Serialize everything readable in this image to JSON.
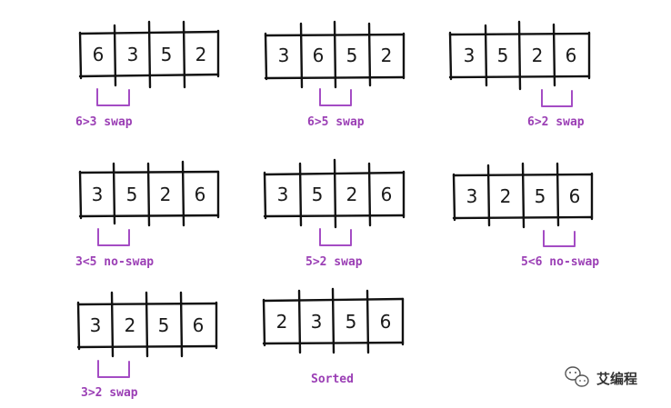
{
  "steps": [
    {
      "cells": [
        "6",
        "3",
        "5",
        "2"
      ],
      "label": "6>3 swap"
    },
    {
      "cells": [
        "3",
        "6",
        "5",
        "2"
      ],
      "label": "6>5 swap"
    },
    {
      "cells": [
        "3",
        "5",
        "2",
        "6"
      ],
      "label": "6>2 swap"
    },
    {
      "cells": [
        "3",
        "5",
        "2",
        "6"
      ],
      "label": "3<5 no-swap"
    },
    {
      "cells": [
        "3",
        "5",
        "2",
        "6"
      ],
      "label": "5>2 swap"
    },
    {
      "cells": [
        "3",
        "2",
        "5",
        "6"
      ],
      "label": "5<6 no-swap"
    },
    {
      "cells": [
        "3",
        "2",
        "5",
        "6"
      ],
      "label": "3>2 swap"
    },
    {
      "cells": [
        "2",
        "3",
        "5",
        "6"
      ],
      "label": "Sorted"
    }
  ],
  "watermark": {
    "text": "艾编程",
    "icon": "wechat-icon"
  },
  "colors": {
    "label": "#9b3fb5",
    "bracket": "#a44cc4",
    "box": "#111111"
  }
}
